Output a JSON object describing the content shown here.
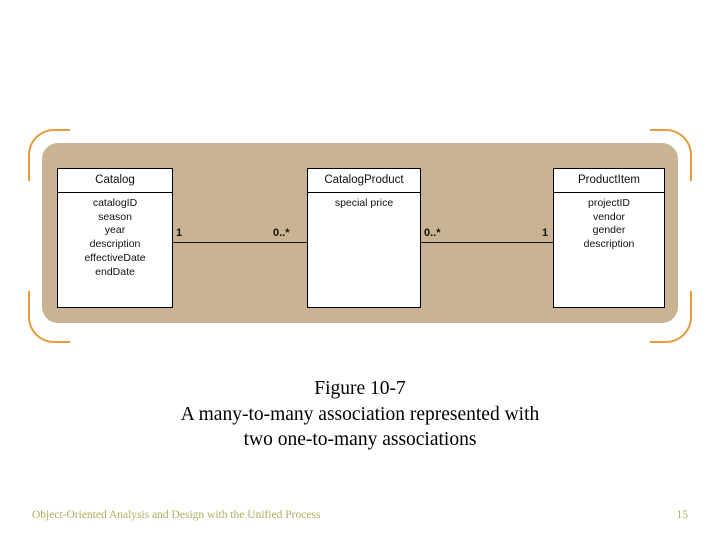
{
  "slide": {
    "background_color": "#FFFFFF",
    "panel_color": "#C9B392",
    "bracket_color": "#E89B3C",
    "footer_color": "#AFAE5C"
  },
  "diagram": {
    "type": "uml-class-diagram",
    "classes": [
      {
        "id": "catalog",
        "name": "Catalog",
        "attributes": [
          "catalogID",
          "season",
          "year",
          "description",
          "effectiveDate",
          "endDate"
        ]
      },
      {
        "id": "catalogproduct",
        "name": "CatalogProduct",
        "attributes": [
          "special price"
        ]
      },
      {
        "id": "productitem",
        "name": "ProductItem",
        "attributes": [
          "projectID",
          "vendor",
          "gender",
          "description"
        ]
      }
    ],
    "associations": [
      {
        "id": "assoc-a",
        "from": "catalog",
        "to": "catalogproduct",
        "from_multiplicity": "1",
        "to_multiplicity": "0..*"
      },
      {
        "id": "assoc-b",
        "from": "catalogproduct",
        "to": "productitem",
        "from_multiplicity": "0..*",
        "to_multiplicity": "1"
      }
    ]
  },
  "caption": {
    "line1": "Figure 10-7",
    "line2": "A many-to-many association represented with",
    "line3": "two one-to-many associations"
  },
  "footer": {
    "source": "Object-Oriented Analysis and Design with the Unified Process",
    "page_number": "15"
  }
}
